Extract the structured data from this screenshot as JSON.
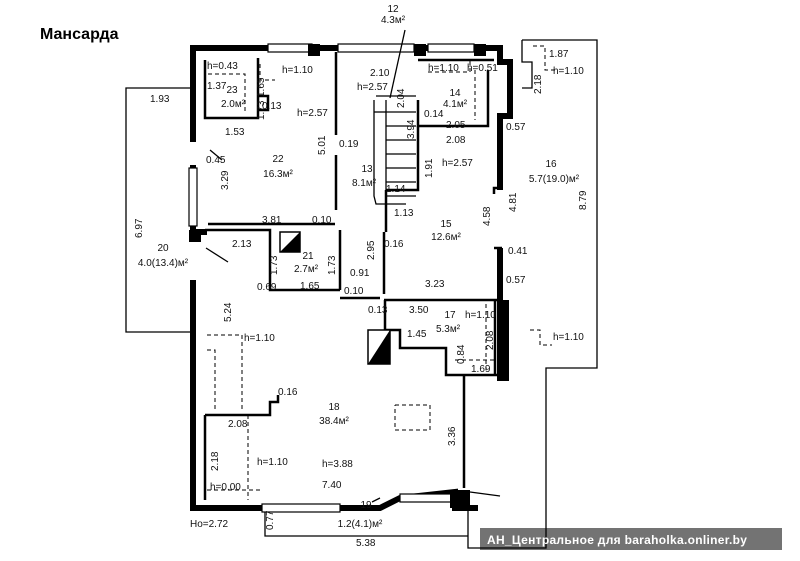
{
  "title": "Мансарда",
  "watermark": "АН_Центральное для baraholka.onliner.by",
  "base_height": "Ho=2.72",
  "rooms": {
    "r12": {
      "num": "12",
      "area": "4.3м²"
    },
    "r13": {
      "num": "13",
      "area": "8.1м²"
    },
    "r14": {
      "num": "14",
      "area": "4.1м²"
    },
    "r15": {
      "num": "15",
      "area": "12.6м²"
    },
    "r16": {
      "num": "16",
      "area": "5.7(19.0)м²"
    },
    "r17": {
      "num": "17",
      "area": "5.3м²"
    },
    "r18": {
      "num": "18",
      "area": "38.4м²"
    },
    "r19": {
      "num": "19",
      "area": "1.2(4.1)м²"
    },
    "r20": {
      "num": "20",
      "area": "4.0(13.4)м²"
    },
    "r21": {
      "num": "21",
      "area": "2.7м²"
    },
    "r22": {
      "num": "22",
      "area": "16.3м²"
    },
    "r23": {
      "num": "23",
      "area": "2.0м²"
    }
  },
  "heights": {
    "h043": "h=0.43",
    "h110a": "h=1.10",
    "h257a": "h=2.57",
    "h257b": "h=2.57",
    "h110b": "h=1.10",
    "h051": "h=0.51",
    "h257c": "h=2.57",
    "h110c": "h=1.10",
    "h110d": "h=1.10",
    "h110e": "h=1.10",
    "h110f": "h=1.10",
    "h110g": "h=1.10",
    "h388": "h=3.88",
    "h000": "h=0.00"
  },
  "dims": {
    "d137": "1.37",
    "d165a": "1.65",
    "d173a": "1.73",
    "d013a": "0.13",
    "d153": "1.53",
    "d193": "1.93",
    "d697": "6.97",
    "d045": "0.45",
    "d329": "3.29",
    "d501": "5.01",
    "d019": "0.19",
    "d210": "2.10",
    "d204": "2.04",
    "d014": "0.14",
    "d205": "2.05",
    "d394": "3.94",
    "d208a": "2.08",
    "d191": "1.91",
    "d114": "1.14",
    "d113": "1.13",
    "d187": "1.87",
    "d218a": "2.18",
    "d057a": "0.57",
    "d879": "8.79",
    "d481": "4.81",
    "d458": "4.58",
    "d041": "0.41",
    "d057b": "0.57",
    "d381": "3.81",
    "d010a": "0.10",
    "d213": "2.13",
    "d173b": "1.73",
    "d173c": "1.73",
    "d069": "0.69",
    "d165b": "1.65",
    "d010b": "0.10",
    "d295": "2.95",
    "d016a": "0.16",
    "d091": "0.91",
    "d323": "3.23",
    "d013b": "0.13",
    "d350": "3.50",
    "d145": "1.45",
    "d208b": "2.08",
    "d084": "0.84",
    "d169": "1.69",
    "d524": "5.24",
    "d016b": "0.16",
    "d208c": "2.08",
    "d218b": "2.18",
    "d336": "3.36",
    "d740": "7.40",
    "d077": "0.77",
    "d538": "5.38"
  }
}
